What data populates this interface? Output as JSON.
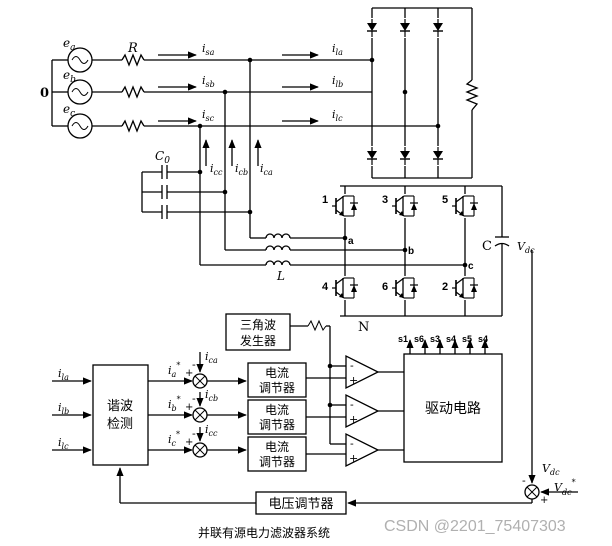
{
  "title": "并联有源电力滤波器系统",
  "watermark": "CSDN @2201_75407303",
  "sources": [
    {
      "sym": "e",
      "sub": "a"
    },
    {
      "sym": "e",
      "sub": "b"
    },
    {
      "sym": "e",
      "sub": "c"
    }
  ],
  "neutral": "0",
  "resistor": "R",
  "source_currents": [
    {
      "sym": "i",
      "sub": "sa"
    },
    {
      "sym": "i",
      "sub": "sb"
    },
    {
      "sym": "i",
      "sub": "sc"
    }
  ],
  "load_currents": [
    {
      "sym": "i",
      "sub": "la"
    },
    {
      "sym": "i",
      "sub": "lb"
    },
    {
      "sym": "i",
      "sub": "lc"
    }
  ],
  "comp_currents": [
    {
      "sym": "i",
      "sub": "cc"
    },
    {
      "sym": "i",
      "sub": "cb"
    },
    {
      "sym": "i",
      "sub": "ca"
    }
  ],
  "capacitor_c0": {
    "sym": "C",
    "sub": "0"
  },
  "inductor": "L",
  "dc_cap": "C",
  "vdc": {
    "sym": "V",
    "sub": "dc"
  },
  "vdc_ref": {
    "sym": "V",
    "sub": "dc",
    "sup": "*"
  },
  "nodes": [
    "a",
    "b",
    "c"
  ],
  "bus_n": "N",
  "switch_labels": [
    "1",
    "3",
    "5",
    "4",
    "6",
    "2"
  ],
  "triangle_gen": [
    "三角波",
    "发生器"
  ],
  "gate_outputs": [
    "s1",
    "s6",
    "s3",
    "s4",
    "s5",
    "s4"
  ],
  "harmonic_detect": [
    "谐波",
    "检测"
  ],
  "detect_inputs": [
    {
      "sym": "i",
      "sub": "la"
    },
    {
      "sym": "i",
      "sub": "lb"
    },
    {
      "sym": "i",
      "sub": "lc"
    }
  ],
  "ref_currents": [
    {
      "sym": "i",
      "sub": "a",
      "sup": "*"
    },
    {
      "sym": "i",
      "sub": "b",
      "sup": "*"
    },
    {
      "sym": "i",
      "sub": "c",
      "sup": "*"
    }
  ],
  "feedback_currents": [
    {
      "sym": "i",
      "sub": "ca"
    },
    {
      "sym": "i",
      "sub": "cb"
    },
    {
      "sym": "i",
      "sub": "cc"
    }
  ],
  "current_regulator": [
    "电流",
    "调节器"
  ],
  "drive_circuit": "驱动电路",
  "voltage_regulator": "电压调节器",
  "plus": "+",
  "minus": "-"
}
